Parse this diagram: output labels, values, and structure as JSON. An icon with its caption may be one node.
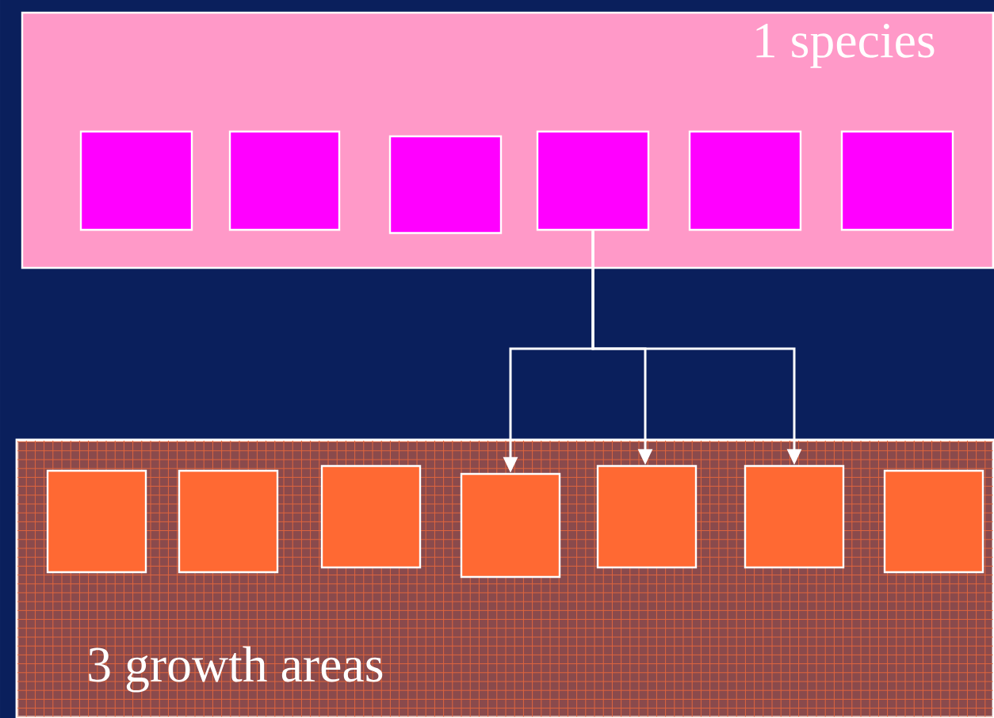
{
  "diagram": {
    "nodes": [
      {
        "text": [
          "1 species"
        ]
      },
      {
        "text": [],
        "shape": "box",
        "in": 0
      },
      {
        "text": [],
        "shape": "box",
        "in": 0
      },
      {
        "text": [],
        "shape": "box",
        "in": 0
      },
      {
        "text": [],
        "shape": "box",
        "in": 0
      },
      {
        "text": [],
        "shape": "box",
        "in": 0
      },
      {
        "text": [],
        "shape": "box",
        "in": 0
      },
      {
        "text": [
          "3 growth areas"
        ]
      },
      {
        "text": [],
        "shape": "box",
        "in": 7
      },
      {
        "text": [],
        "shape": "box",
        "in": 7
      },
      {
        "text": [],
        "shape": "box",
        "in": 7
      },
      {
        "text": [],
        "shape": "box",
        "in": 7
      },
      {
        "text": [],
        "shape": "box",
        "in": 7
      },
      {
        "text": [],
        "shape": "box",
        "in": 7
      },
      {
        "text": [],
        "shape": "box",
        "in": 7
      }
    ],
    "edges": [
      {
        "from": 4,
        "to": 11,
        "arrow": "to"
      },
      {
        "from": 4,
        "to": 12,
        "arrow": "to"
      },
      {
        "from": 4,
        "to": 13,
        "arrow": "to"
      }
    ]
  }
}
